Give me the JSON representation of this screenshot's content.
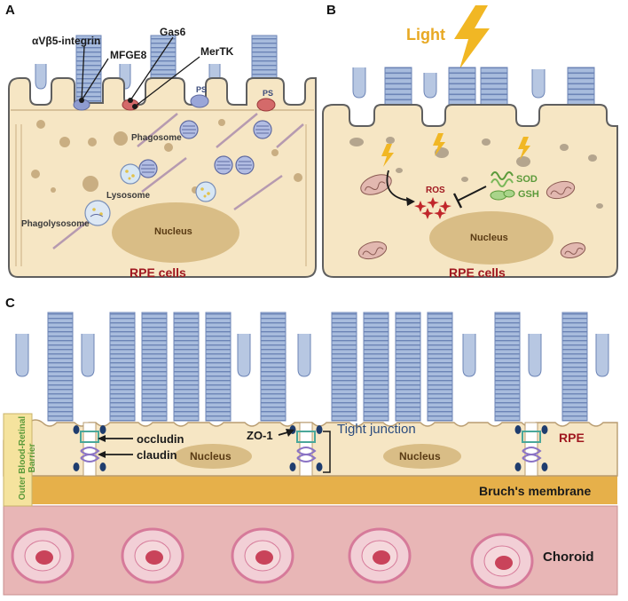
{
  "panels": {
    "a": {
      "letter": "A",
      "labels": {
        "integrin": "αVβ5-integrin",
        "mfge8": "MFGE8",
        "gas6": "Gas6",
        "mertk": "MerTK",
        "ps1": "PS",
        "ps2": "PS",
        "phagosome": "Phagosome",
        "lysosome": "Lysosome",
        "phagolysosome": "Phagolysosome",
        "nucleus": "Nucleus",
        "cell_label": "RPE cells"
      }
    },
    "b": {
      "letter": "B",
      "labels": {
        "light": "Light",
        "ros": "ROS",
        "sod": "SOD",
        "gsh": "GSH",
        "nucleus": "Nucleus",
        "cell_label": "RPE cells"
      }
    },
    "c": {
      "letter": "C",
      "labels": {
        "occludin": "occludin",
        "claudin": "claudin",
        "zo1": "ZO-1",
        "tight_junction": "Tight junction",
        "nucleus_left": "Nucleus",
        "nucleus_right": "Nucleus",
        "rpe": "RPE",
        "bruch": "Bruch's membrane",
        "choroid": "Choroid",
        "barrier": "Outer Blood-Retinal Barrier"
      }
    }
  },
  "colors": {
    "cytoplasm": "#f6e6c4",
    "cell_border": "#5f5f5f",
    "photoreceptor": "#9fb4d6",
    "photoreceptor_stripe": "#6f86b8",
    "nucleus": "#d9bd86",
    "bruch": "#e6b04a",
    "choroid": "#e8b6b6",
    "barrier_band": "#f5e39e",
    "lightning": "#f1b724",
    "ros": "#c0262b"
  }
}
